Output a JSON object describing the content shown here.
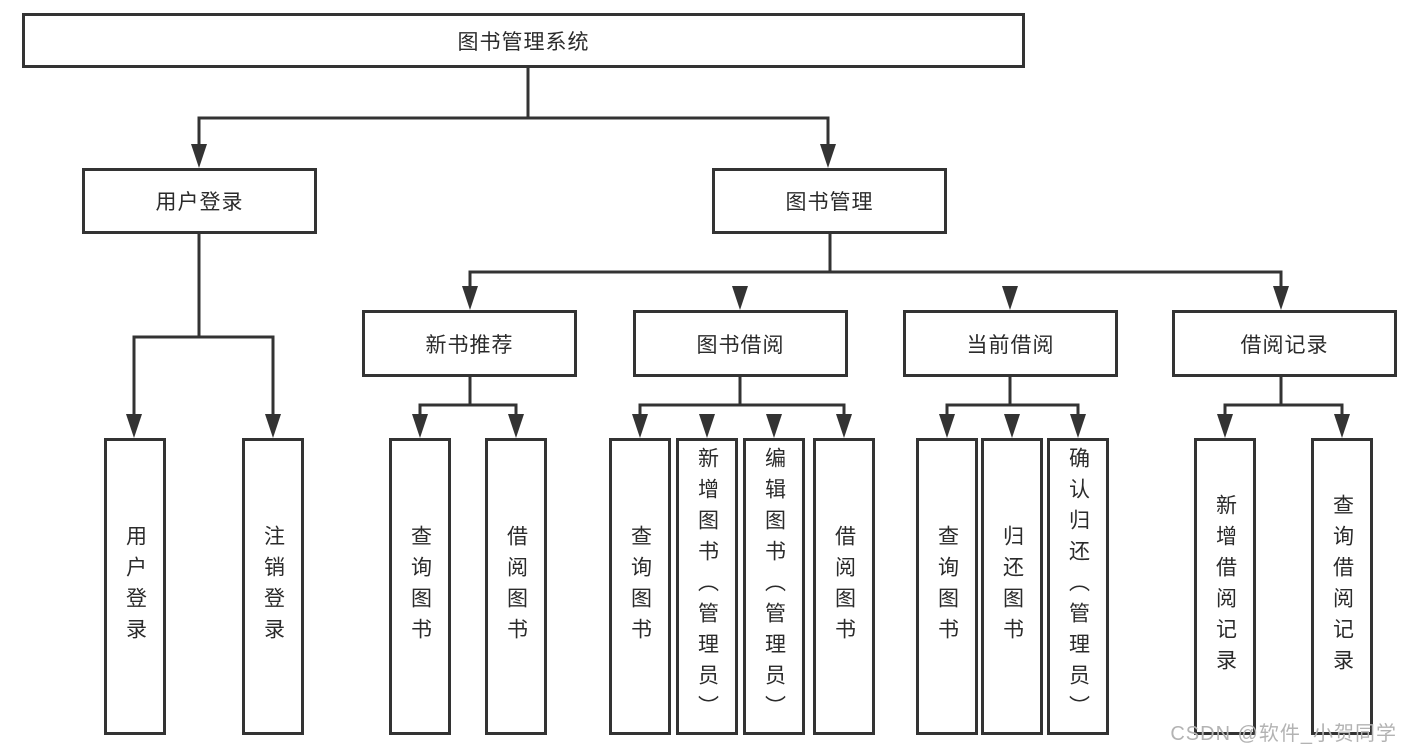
{
  "diagram": {
    "title": "图书管理系统",
    "branches": [
      {
        "label": "用户登录",
        "leaves": [
          "用户登录",
          "注销登录"
        ]
      },
      {
        "label": "图书管理",
        "groups": [
          {
            "label": "新书推荐",
            "leaves": [
              "查询图书",
              "借阅图书"
            ]
          },
          {
            "label": "图书借阅",
            "leaves": [
              "查询图书",
              "新增图书（管理员）",
              "编辑图书（管理员）",
              "借阅图书"
            ]
          },
          {
            "label": "当前借阅",
            "leaves": [
              "查询图书",
              "归还图书",
              "确认归还（管理员）"
            ]
          },
          {
            "label": "借阅记录",
            "leaves": [
              "新增借阅记录",
              "查询借阅记录"
            ]
          }
        ]
      }
    ],
    "watermark": "CSDN @软件_小贺同学",
    "colors": {
      "line": "#333333",
      "text": "#2b2b2b",
      "box_background": "#ffffff",
      "watermark": "#b3b3b3",
      "background": "#ffffff"
    }
  }
}
